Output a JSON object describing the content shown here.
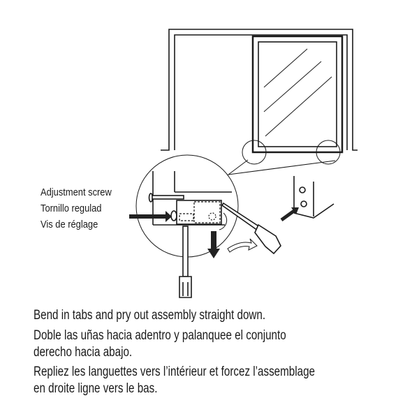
{
  "labels": {
    "en": "Adjustment screw",
    "es": "Tornillo regulad",
    "fr": "Vis de réglage"
  },
  "instructions": {
    "en": "Bend in tabs and pry out assembly straight down.",
    "es_line1": "Doble las uñas hacia adentro y palanquee el conjunto",
    "es_line2": "derecho hacia abajo.",
    "fr_line1": "Repliez les languettes vers l’intérieur et forcez l’assemblage",
    "fr_line2": "en droite ligne vers le bas."
  }
}
